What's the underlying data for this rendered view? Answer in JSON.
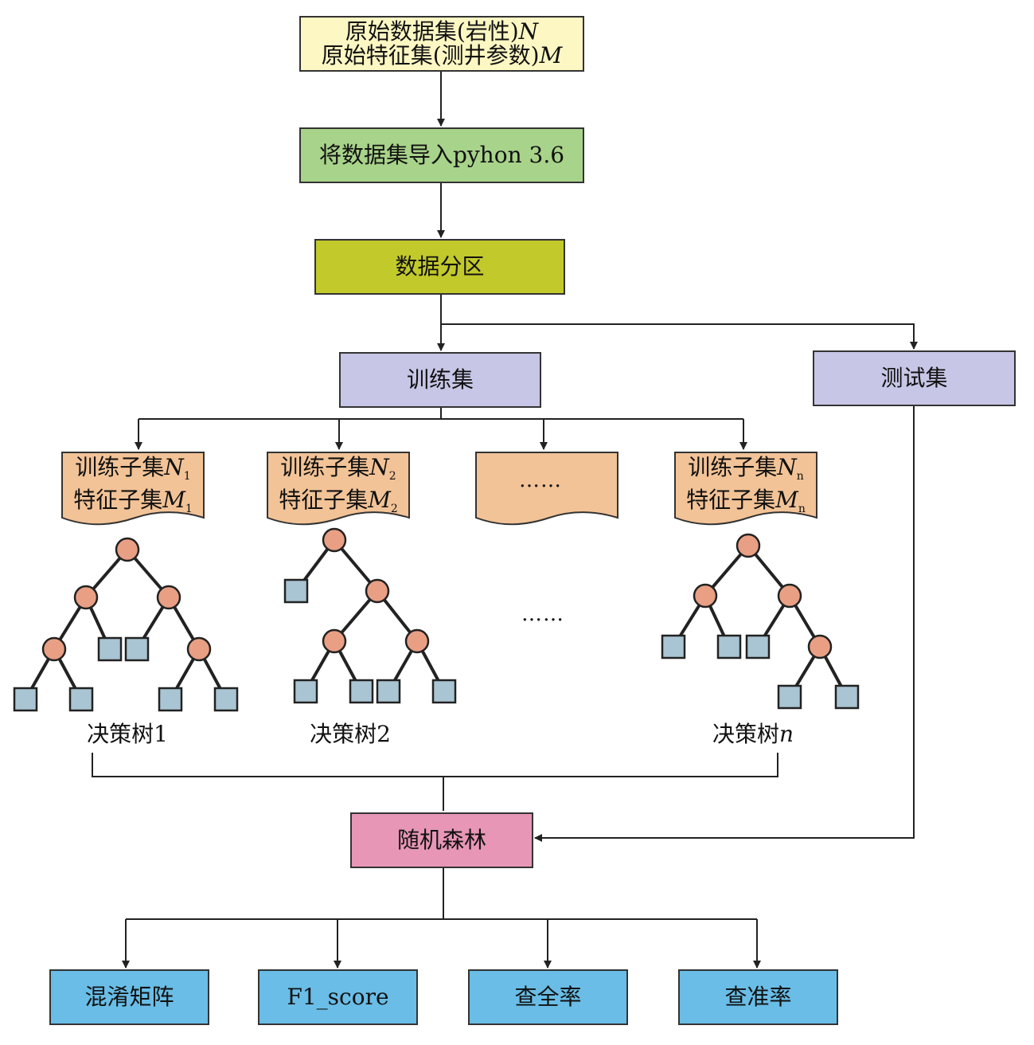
{
  "nodes": {
    "dataset_line1_text": "原始数据集(岩性)",
    "dataset_line1_var": "N",
    "dataset_line2_text": "原始特征集(测井参数)",
    "dataset_line2_var": "M",
    "import": "将数据集导入pyhon 3.6",
    "partition": "数据分区",
    "train_set": "训练集",
    "test_set": "测试集",
    "random_forest": "随机森林"
  },
  "subsets": [
    {
      "sample_text": "训练子集",
      "sample_var": "N",
      "sample_sub": "1",
      "feature_text": "特征子集",
      "feature_var": "M",
      "feature_sub": "1"
    },
    {
      "sample_text": "训练子集",
      "sample_var": "N",
      "sample_sub": "2",
      "feature_text": "特征子集",
      "feature_var": "M",
      "feature_sub": "2"
    },
    {
      "ellipsis": "……"
    },
    {
      "sample_text": "训练子集",
      "sample_var": "N",
      "sample_sub": "n",
      "feature_text": "特征子集",
      "feature_var": "M",
      "feature_sub": "n"
    }
  ],
  "trees": {
    "tree1_label": "决策树1",
    "tree2_label": "决策树2",
    "treen_label_text": "决策树",
    "treen_label_var": "n",
    "ellipsis": "……"
  },
  "metrics": [
    "混淆矩阵",
    "F1_score",
    "查全率",
    "查准率"
  ],
  "colors": {
    "dataset_fill": "#fdf7c3",
    "import_fill": "#a8d38a",
    "partition_fill": "#c2c92a",
    "set_fill": "#c7c6e6",
    "subset_fill": "#f2c397",
    "tree_internal_node": "#e99f84",
    "tree_leaf_node": "#a9c4d2",
    "random_forest_fill": "#e796b6",
    "metric_fill": "#69bde6"
  }
}
